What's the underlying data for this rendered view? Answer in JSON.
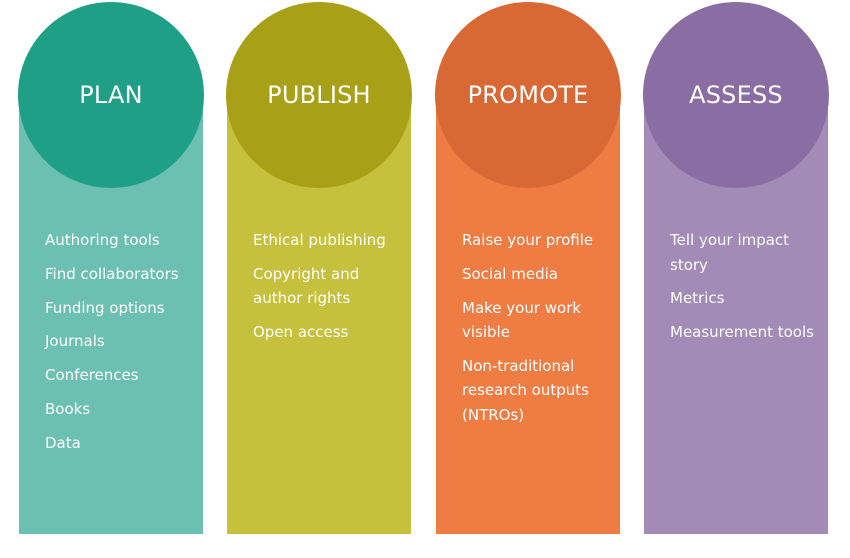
{
  "columns": [
    {
      "id": "plan",
      "title": "PLAN",
      "circle_color": "#1fa086",
      "bar_color": "#6cc0b1",
      "items": [
        "Authoring tools",
        "Find collaborators",
        "Funding options",
        "Journals",
        "Conferences",
        "Books",
        "Data"
      ]
    },
    {
      "id": "publish",
      "title": "PUBLISH",
      "circle_color": "#a8a118",
      "bar_color": "#c6c13c",
      "items": [
        "Ethical publishing",
        "Copyright and author rights",
        "Open access"
      ]
    },
    {
      "id": "promote",
      "title": "PROMOTE",
      "circle_color": "#d86934",
      "bar_color": "#ef7c43",
      "items": [
        "Raise your profile",
        "Social media",
        "Make your work visible",
        "Non-traditional research outputs (NTROs)"
      ]
    },
    {
      "id": "assess",
      "title": "ASSESS",
      "circle_color": "#8a6ea3",
      "bar_color": "#a28bb6",
      "items": [
        "Tell your impact story",
        "Metrics",
        "Measurement tools"
      ]
    }
  ]
}
